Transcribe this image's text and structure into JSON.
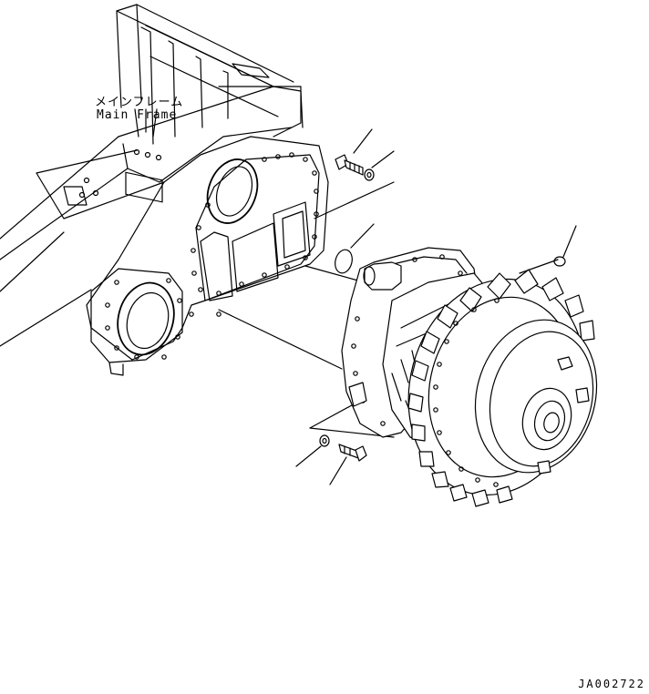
{
  "labels": {
    "main_frame_jp": "メインフレーム",
    "main_frame_en": "Main Frame",
    "drawing_code": "JA002722"
  },
  "colors": {
    "line": "#000000",
    "background": "#ffffff"
  }
}
